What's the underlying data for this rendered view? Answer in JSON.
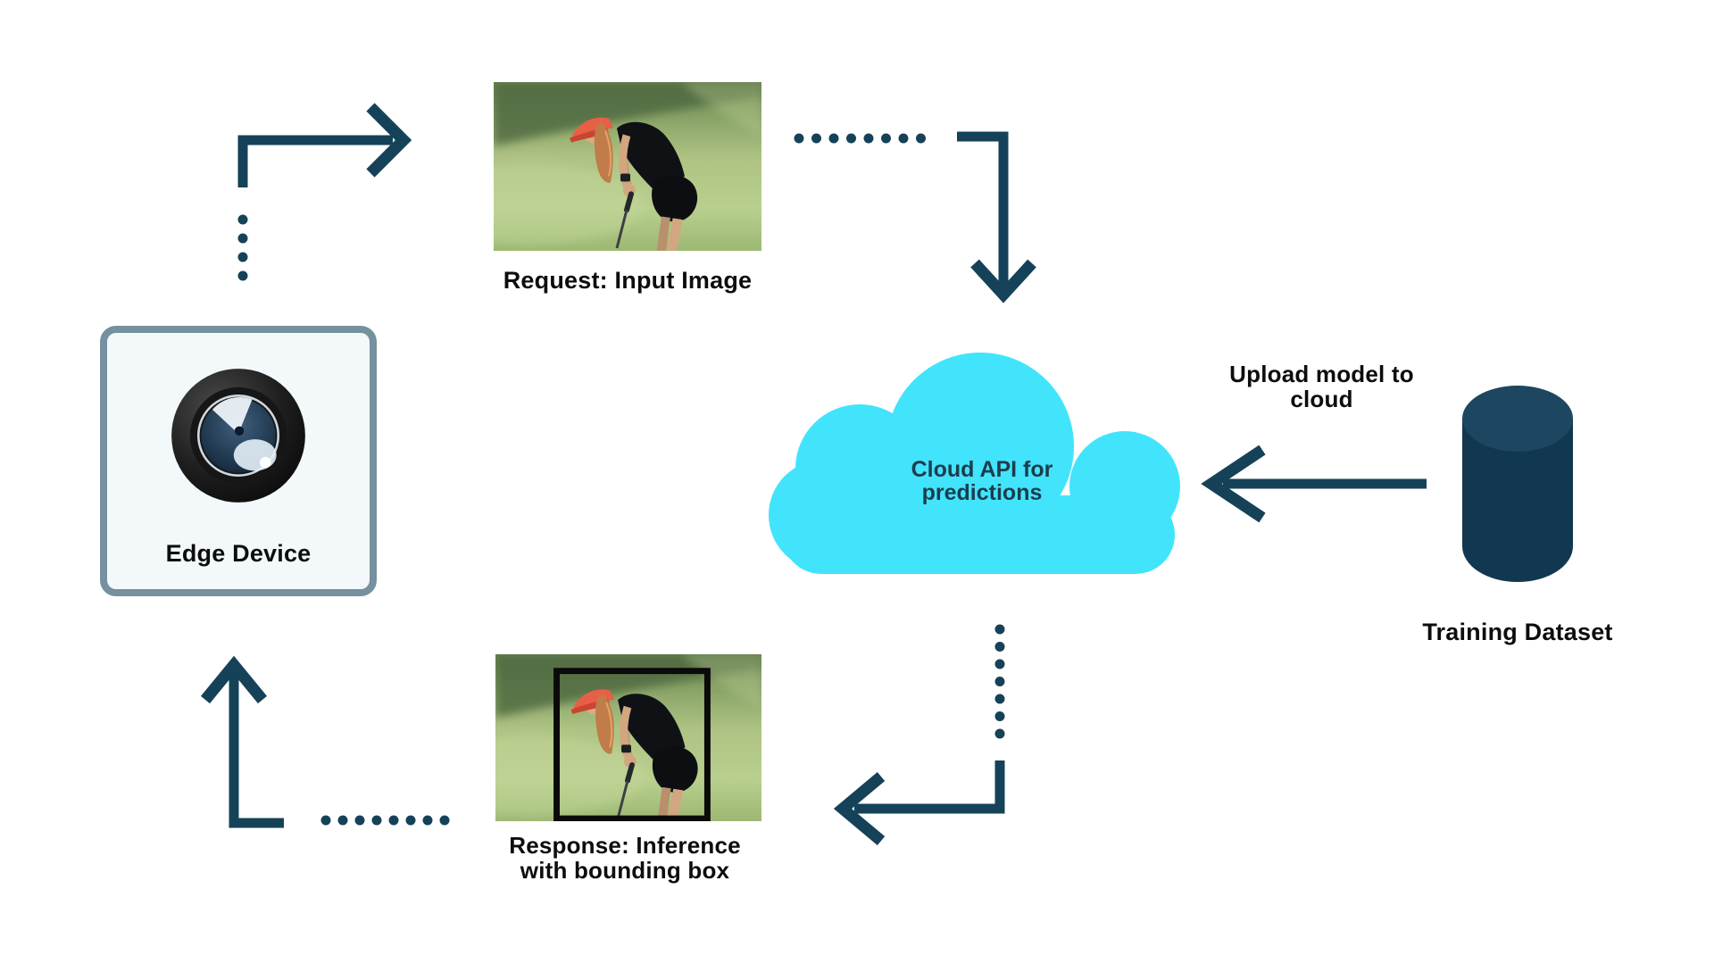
{
  "diagram": {
    "description": "Edge device to cloud inference workflow diagram"
  },
  "colors": {
    "arrow": "#154258",
    "cloud": "#41e4fb",
    "cloud_text": "#1d3c4e",
    "cylinder_body": "#123750",
    "cylinder_top": "#1d4660",
    "box_border": "#75909f",
    "box_fill": "#f3f8fb",
    "label_text": "#0c0d0e"
  },
  "nodes": {
    "edge_device": {
      "label": "Edge Device",
      "icon": "camera-lens-icon"
    },
    "input_image": {
      "label": "Request: Input Image",
      "image": "golfer-photo"
    },
    "cloud_api": {
      "line1": "Cloud API for",
      "line2": "predictions",
      "icon": "cloud-icon"
    },
    "training_dataset": {
      "label": "Training Dataset",
      "icon": "database-cylinder-icon"
    },
    "response_image": {
      "line1": "Response: Inference",
      "line2": "with bounding box",
      "image": "golfer-photo-with-bounding-box"
    }
  },
  "edges": {
    "upload": {
      "line1": "Upload model to",
      "line2": "cloud"
    }
  }
}
